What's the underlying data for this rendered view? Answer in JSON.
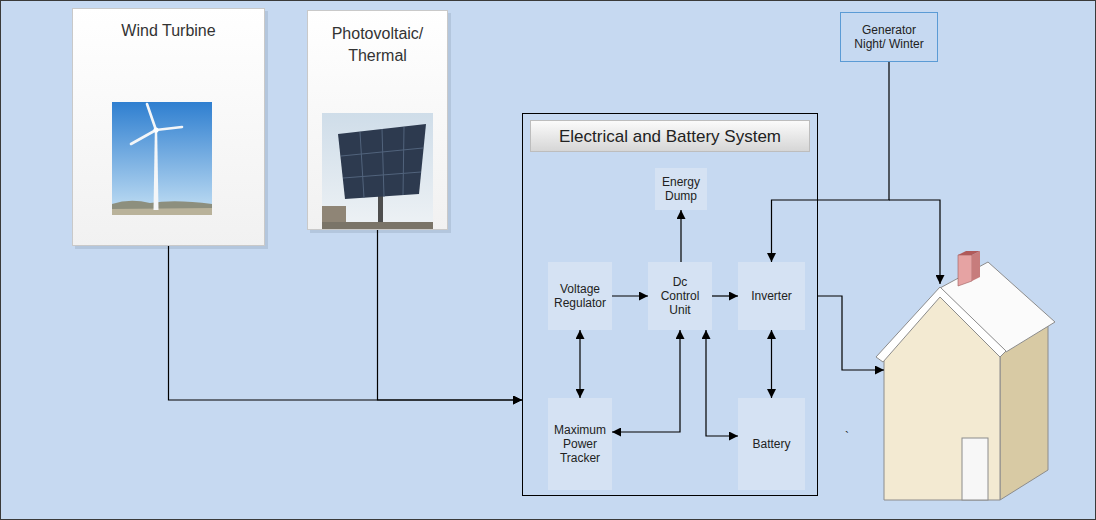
{
  "diagram": {
    "nodes": [
      {
        "text": [
          "Wind Turbine"
        ]
      },
      {
        "text": [
          "Photovoltaic/ Thermal"
        ]
      },
      {
        "text": [
          "Generator Night/ Winter"
        ]
      },
      {
        "text": [
          "Electrical and Battery System"
        ]
      },
      {
        "text": [
          "Energy Dump"
        ],
        "in": 3
      },
      {
        "text": [
          "Voltage Regulator"
        ],
        "in": 3
      },
      {
        "text": [
          "Dc Control Unit"
        ],
        "in": 3
      },
      {
        "text": [
          "Inverter"
        ],
        "in": 3
      },
      {
        "text": [
          "Maximum Power Tracker"
        ],
        "in": 3
      },
      {
        "text": [
          "Battery"
        ],
        "in": 3
      }
    ],
    "edges": [
      {
        "from": 0,
        "to": 3,
        "arrow": "to"
      },
      {
        "from": 1,
        "to": 3,
        "arrow": "to"
      },
      {
        "from": 5,
        "to": 6,
        "arrow": "to"
      },
      {
        "from": 6,
        "to": 4,
        "arrow": "to"
      },
      {
        "from": 6,
        "to": 7,
        "arrow": "to"
      },
      {
        "from": 5,
        "to": 8,
        "arrow": "both"
      },
      {
        "from": 8,
        "to": 6,
        "arrow": "both"
      },
      {
        "from": 6,
        "to": 9,
        "arrow": "both"
      },
      {
        "from": 7,
        "to": 9,
        "arrow": "both"
      },
      {
        "from": 2,
        "to": 7,
        "arrow": "to"
      }
    ],
    "labels": [
      "`"
    ]
  }
}
